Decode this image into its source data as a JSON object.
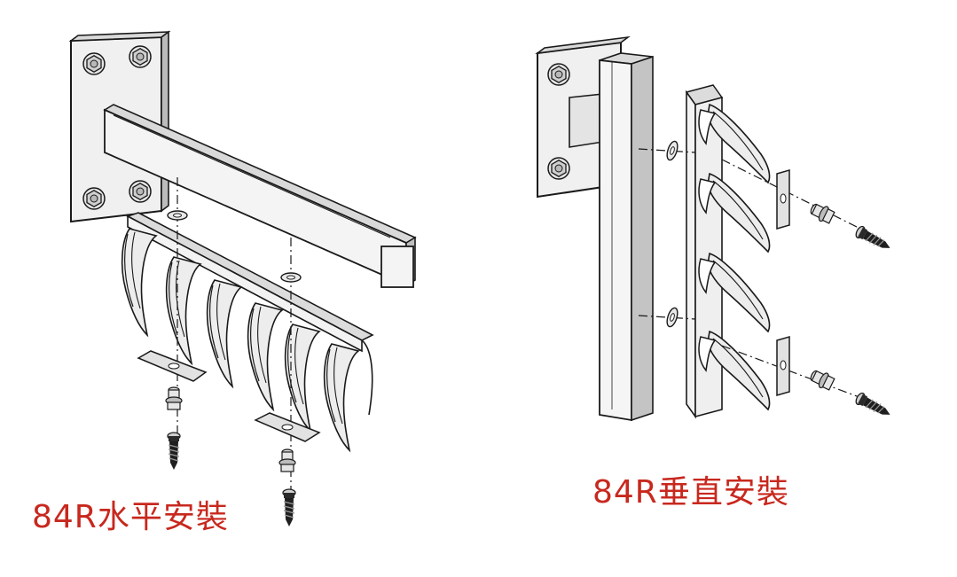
{
  "diagrams": [
    {
      "id": "horizontal",
      "caption": "84R水平安裝"
    },
    {
      "id": "vertical",
      "caption": "84R垂直安裝"
    }
  ],
  "colors": {
    "caption": "#c8281e",
    "line": "#1a1a1a",
    "metal_light": "#f2f2f2",
    "metal_mid": "#d6d6d6",
    "metal_dark": "#9a9a9a"
  }
}
